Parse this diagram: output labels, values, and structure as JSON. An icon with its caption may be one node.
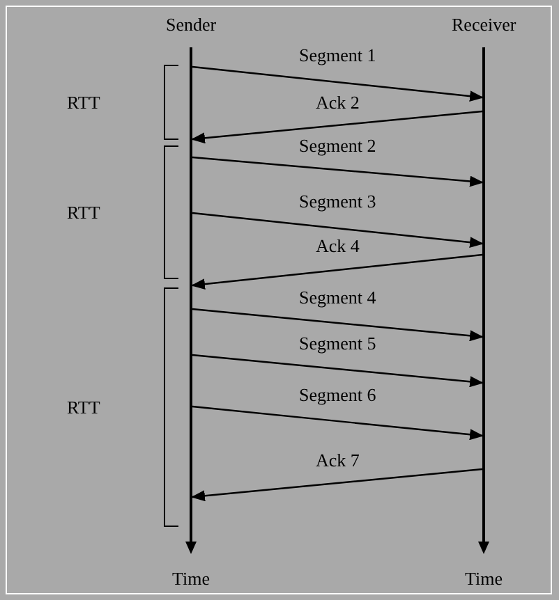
{
  "diagram": {
    "nodes": [
      {
        "text": [
          "Sender"
        ]
      },
      {
        "text": [
          "Receiver"
        ]
      }
    ],
    "edges": [
      {
        "from": 0,
        "to": 1,
        "arrow": "to",
        "label": "Segment 1"
      },
      {
        "from": 1,
        "to": 0,
        "arrow": "to",
        "label": "Ack 2"
      },
      {
        "from": 0,
        "to": 1,
        "arrow": "to",
        "label": "Segment 2"
      },
      {
        "from": 0,
        "to": 1,
        "arrow": "to",
        "label": "Segment 3"
      },
      {
        "from": 1,
        "to": 0,
        "arrow": "to",
        "label": "Ack 4"
      },
      {
        "from": 0,
        "to": 1,
        "arrow": "to",
        "label": "Segment 4"
      },
      {
        "from": 0,
        "to": 1,
        "arrow": "to",
        "label": "Segment 5"
      },
      {
        "from": 0,
        "to": 1,
        "arrow": "to",
        "label": "Segment 6"
      },
      {
        "from": 1,
        "to": 0,
        "arrow": "to",
        "label": "Ack 7"
      }
    ],
    "labels": [
      "RTT",
      "RTT",
      "RTT",
      "Time",
      "Time"
    ]
  }
}
